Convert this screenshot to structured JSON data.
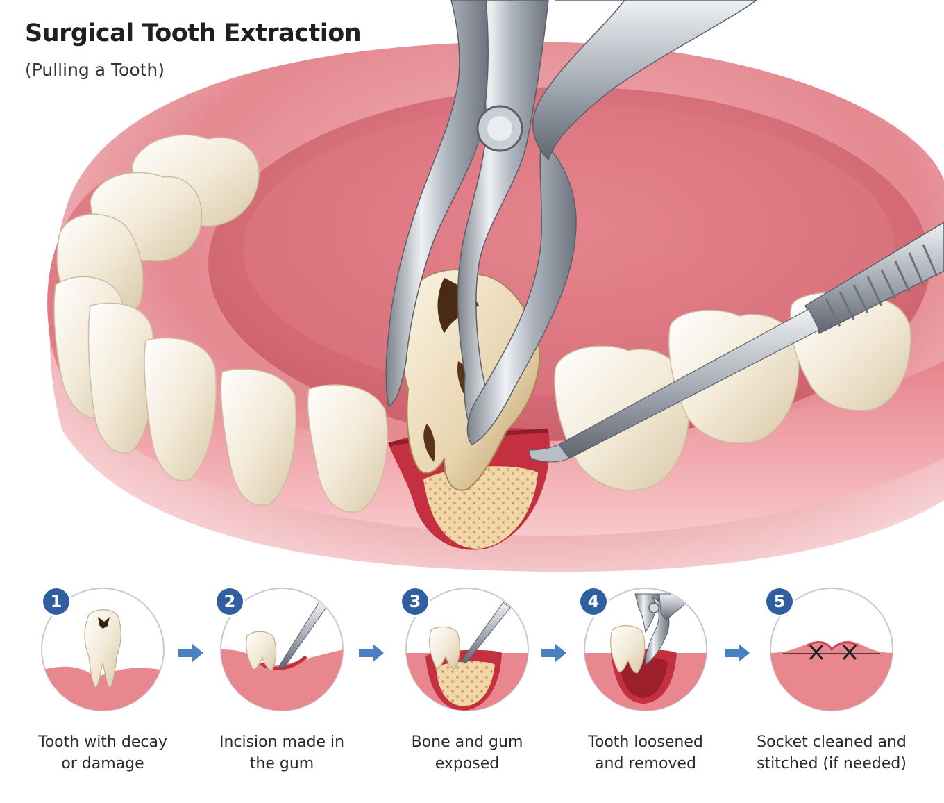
{
  "header": {
    "title": "Surgical Tooth Extraction",
    "subtitle": "(Pulling a Tooth)"
  },
  "steps": [
    {
      "number": "1",
      "line1": "Tooth with decay",
      "line2": "or damage"
    },
    {
      "number": "2",
      "line1": "Incision made in",
      "line2": "the gum"
    },
    {
      "number": "3",
      "line1": "Bone and gum",
      "line2": "exposed"
    },
    {
      "number": "4",
      "line1": "Tooth loosened",
      "line2": "and removed"
    },
    {
      "number": "5",
      "line1": "Socket cleaned and",
      "line2": "stitched (if needed)"
    }
  ],
  "icons": {
    "arrow": "arrow-right-icon",
    "forceps": "forceps-icon",
    "elevator": "dental-elevator-icon"
  },
  "colors": {
    "badge": "#2f5fa0",
    "arrow": "#4a7fc0",
    "gum": "#e58a92",
    "gum_dark": "#c94a55",
    "tooth": "#f1e6d0",
    "bone": "#f2d9b0",
    "steel": "#b9bec6"
  }
}
